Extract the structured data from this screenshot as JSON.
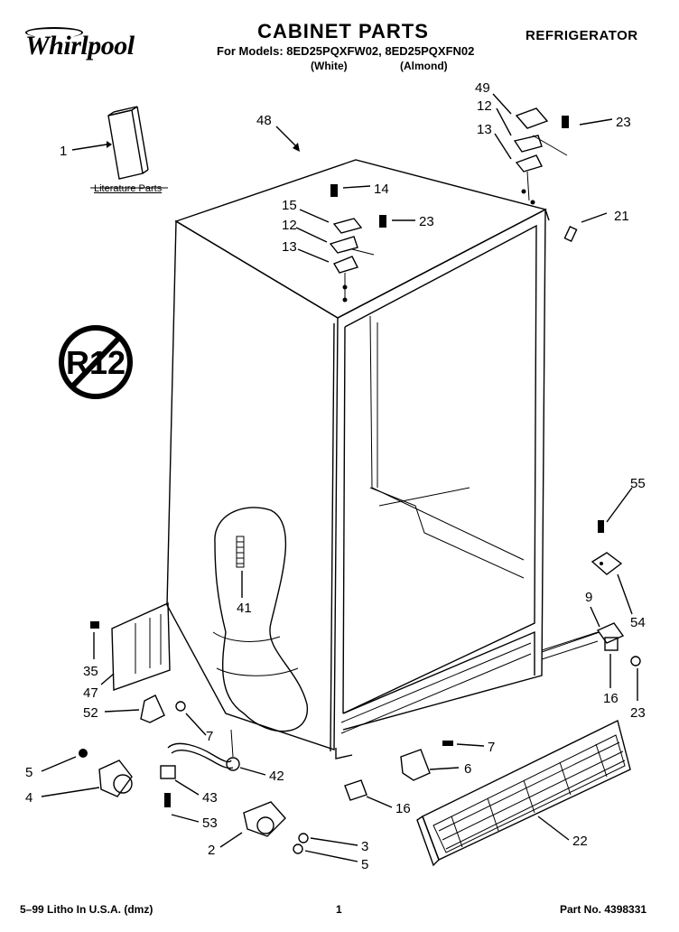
{
  "header": {
    "brand": "Whirlpool",
    "title": "CABINET PARTS",
    "subtitle": "For Models: 8ED25PQXFW02, 8ED25PQXFN02",
    "variant_white": "(White)",
    "variant_almond": "(Almond)",
    "category": "REFRIGERATOR"
  },
  "literature_label": "Literature Parts",
  "stamp_text": "R12",
  "callouts": {
    "c1": "1",
    "c48": "48",
    "c49": "49",
    "c12a": "12",
    "c13a": "13",
    "c23a": "23",
    "c14": "14",
    "c15": "15",
    "c12b": "12",
    "c23b": "23",
    "c13b": "13",
    "c21": "21",
    "c55": "55",
    "c41": "41",
    "c9": "9",
    "c54": "54",
    "c35": "35",
    "c47": "47",
    "c52": "52",
    "c7a": "7",
    "c16a": "16",
    "c23c": "23",
    "c5a": "5",
    "c42": "42",
    "c7b": "7",
    "c6": "6",
    "c4": "4",
    "c43": "43",
    "c16b": "16",
    "c53": "53",
    "c2": "2",
    "c3": "3",
    "c5b": "5",
    "c22": "22"
  },
  "footer": {
    "left": "5–99 Litho In U.S.A. (dmz)",
    "center": "1",
    "right": "Part No. 4398331"
  }
}
